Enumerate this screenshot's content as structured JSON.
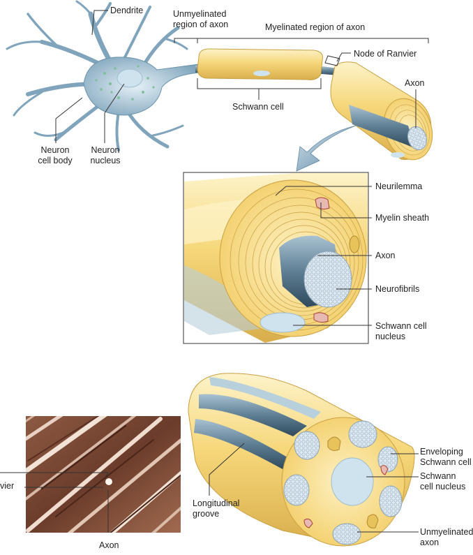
{
  "labels": {
    "dendrite": "Dendrite",
    "unmyelinated_region": [
      "Unmyelinated",
      "region of axon"
    ],
    "myelinated_region": "Myelinated region of axon",
    "node_of_ranvier": "Node of Ranvier",
    "axon_top": "Axon",
    "schwann_cell": "Schwann cell",
    "neuron_cell_body": [
      "Neuron",
      "cell body"
    ],
    "neuron_nucleus": [
      "Neuron",
      "nucleus"
    ],
    "neurilemma": "Neurilemma",
    "myelin_sheath": "Myelin sheath",
    "axon_detail": "Axon",
    "neurofibrils": "Neurofibrils",
    "schwann_cell_nucleus": [
      "Schwann cell",
      "nucleus"
    ],
    "photo_label_1": "",
    "photo_label_2": "vier",
    "photo_axon": "Axon",
    "longitudinal_groove": [
      "Longitudinal",
      "groove"
    ],
    "enveloping_schwann_cell": [
      "Enveloping",
      "Schwann cell"
    ],
    "schwann_cell_nucleus_bottom": [
      "Schwann",
      "cell nucleus"
    ],
    "unmyelinated_axon": [
      "Unmyelinated",
      "axon"
    ]
  },
  "colors": {
    "myelin_yellow": "#f7dc86",
    "myelin_light": "#fcefc0",
    "myelin_edge": "#c9a043",
    "neuron_blue": "#8fb3c9",
    "axon_gray": "#6f8fa3",
    "nucleus_blue": "#cfe3ef",
    "photo_brown": "#7a4a36",
    "leader": "#333333"
  }
}
